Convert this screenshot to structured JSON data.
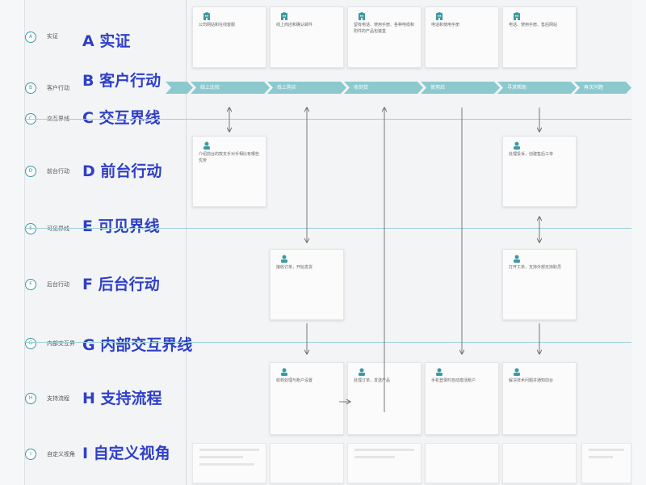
{
  "rows": [
    {
      "badge": "A",
      "small": "实证",
      "big": "A 实证"
    },
    {
      "badge": "B",
      "small": "客户行动",
      "big": "B 客户行动"
    },
    {
      "badge": "C",
      "small": "交互界线",
      "big": "C 交互界线"
    },
    {
      "badge": "D",
      "small": "前台行动",
      "big": "D 前台行动"
    },
    {
      "badge": "E",
      "small": "可见界线",
      "big": "E 可见界线"
    },
    {
      "badge": "F",
      "small": "后台行动",
      "big": "F 后台行动"
    },
    {
      "badge": "G",
      "small": "内部交互界",
      "big": "G 内部交互界线"
    },
    {
      "badge": "H",
      "small": "支持流程",
      "big": "H 支持流程"
    },
    {
      "badge": "I",
      "small": "自定义视角",
      "big": "I 自定义视角"
    }
  ],
  "evidence": [
    "公司网站和在线客服",
    "线上商店和确认邮件",
    "留有电话、使用手册、各种电缆和附件的产品包装盒",
    "电话和使用手册",
    "电话、使用手册、售后网站"
  ],
  "customer_actions": [
    "",
    "线上比较",
    "线上购买",
    "收到货",
    "使用后",
    "寻求帮助",
    "再次问题"
  ],
  "frontstage": [
    "介绍前台的款支手对手相比有哪些优势",
    "处理投诉，创建售后工单"
  ],
  "backstage": [
    "接收订单，开始发货",
    "打开工单，支持外部支持职员"
  ],
  "support": [
    "收到处理与账户设置",
    "处理订单，发送产品",
    "手机登录时自动激活账户",
    "解决技术问题并通知前台"
  ],
  "colors": {
    "accent": "#3a9aa3",
    "label": "#2f3fc9",
    "line": "#9fd0d6",
    "chevron": "#8cc9cf"
  }
}
